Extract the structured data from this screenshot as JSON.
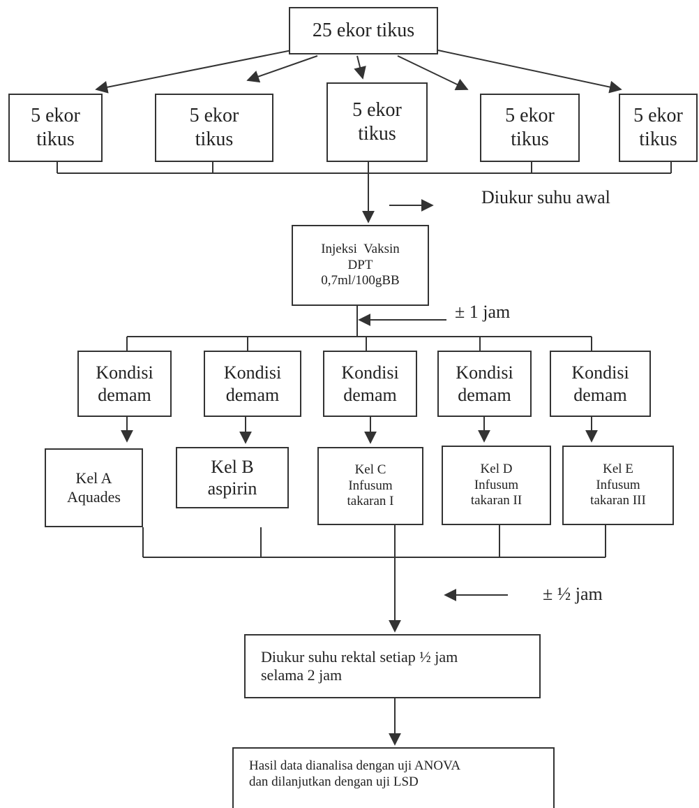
{
  "source_node": {
    "text": "25 ekor tikus"
  },
  "groups": [
    {
      "line1": "5 ekor",
      "line2": "tikus"
    },
    {
      "line1": "5 ekor",
      "line2": "tikus"
    },
    {
      "line1": "5 ekor",
      "line2": "tikus"
    },
    {
      "line1": "5 ekor",
      "line2": "tikus"
    },
    {
      "line1": "5 ekor",
      "line2": "tikus"
    }
  ],
  "step_initial_temp": {
    "label": "Diukur suhu awal"
  },
  "injection": {
    "line1": "Injeksi  Vaksin",
    "line2": "DPT",
    "line3": "0,7ml/100gBB"
  },
  "wait_1": {
    "label": "± 1 jam"
  },
  "fever": [
    {
      "line1": "Kondisi",
      "line2": "demam"
    },
    {
      "line1": "Kondisi",
      "line2": "demam"
    },
    {
      "line1": "Kondisi",
      "line2": "demam"
    },
    {
      "line1": "Kondisi",
      "line2": "demam"
    },
    {
      "line1": "Kondisi",
      "line2": "demam"
    }
  ],
  "treatments": [
    {
      "line1": "Kel A",
      "line2": "Aquades",
      "line3": ""
    },
    {
      "line1": "Kel B",
      "line2": "aspirin",
      "line3": ""
    },
    {
      "line1": "Kel C",
      "line2": "Infusum",
      "line3": "takaran I"
    },
    {
      "line1": "Kel D",
      "line2": "Infusum",
      "line3": "takaran II"
    },
    {
      "line1": "Kel E",
      "line2": "Infusum",
      "line3": "takaran III"
    }
  ],
  "wait_2": {
    "label": "± ½ jam"
  },
  "measurement": {
    "line1": "Diukur suhu rektal setiap ½ jam",
    "line2": "selama 2 jam"
  },
  "analysis": {
    "line1": "Hasil data dianalisa dengan uji ANOVA",
    "line2": "dan dilanjutkan dengan uji LSD"
  },
  "colors": {
    "line": "#333333",
    "watermark": "#d9d9e8"
  }
}
